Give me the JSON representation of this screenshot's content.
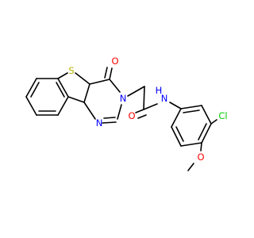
{
  "molecule": {
    "atoms": {
      "sulfur": {
        "symbol": "S",
        "color": "#b3b300"
      },
      "carbonyl_oxygen": {
        "symbol": "O",
        "color": "#ff0000"
      },
      "ring_nitrogen_upper": {
        "symbol": "N",
        "color": "#0000ff"
      },
      "ring_nitrogen_lower": {
        "symbol": "N",
        "color": "#0000ff"
      },
      "amide_oxygen": {
        "symbol": "O",
        "color": "#ff0000"
      },
      "amide_nitrogen": {
        "symbol": "N",
        "color": "#0000ff"
      },
      "amide_hydrogen": {
        "symbol": "H",
        "color": "#0000ff"
      },
      "chlorine": {
        "symbol": "Cl",
        "color": "#00cc00"
      },
      "methoxy_oxygen": {
        "symbol": "O",
        "color": "#ff0000"
      }
    }
  }
}
